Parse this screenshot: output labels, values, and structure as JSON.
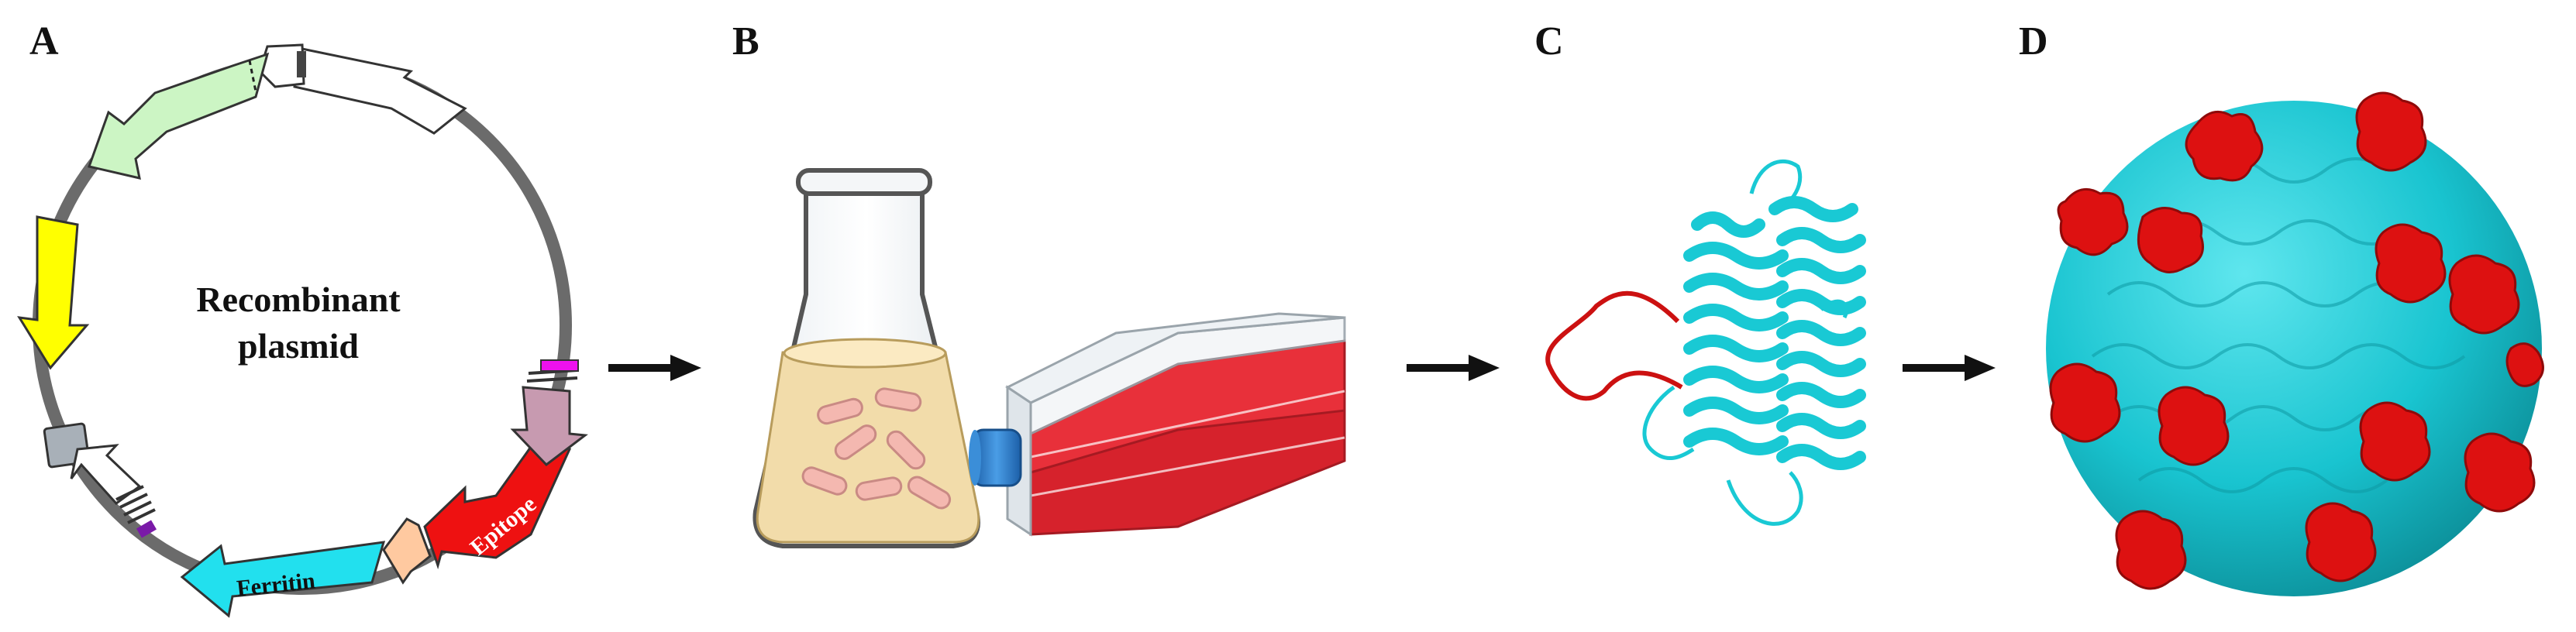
{
  "panels": {
    "a": {
      "letter": "A"
    },
    "b": {
      "letter": "B"
    },
    "c": {
      "letter": "C"
    },
    "d": {
      "letter": "D"
    }
  },
  "plasmid": {
    "title_line1": "Recombinant",
    "title_line2": "plasmid",
    "epitope_label": "Epitope",
    "ferritin_label": "Ferritin"
  },
  "colors": {
    "backbone": "#6b6b6b",
    "green_gene": "#ccf5c4",
    "yellow_gene": "#ffff00",
    "mauve_gene": "#c79ab0",
    "epitope": "#ee1111",
    "ferritin": "#22e0ee",
    "peach": "#ffc9a0",
    "grey_box": "#a8b0b8",
    "magenta_site": "#ee11ee",
    "cyan_protein": "#19c9d4",
    "red_epitope": "#dd1111",
    "flask_media": "#f2dcaa",
    "cell_media": "#e8303a",
    "cap_blue": "#2f7fd0"
  },
  "icons": [
    "right-arrow-icon",
    "erlenmeyer-flask-icon",
    "cell-culture-flask-icon"
  ]
}
